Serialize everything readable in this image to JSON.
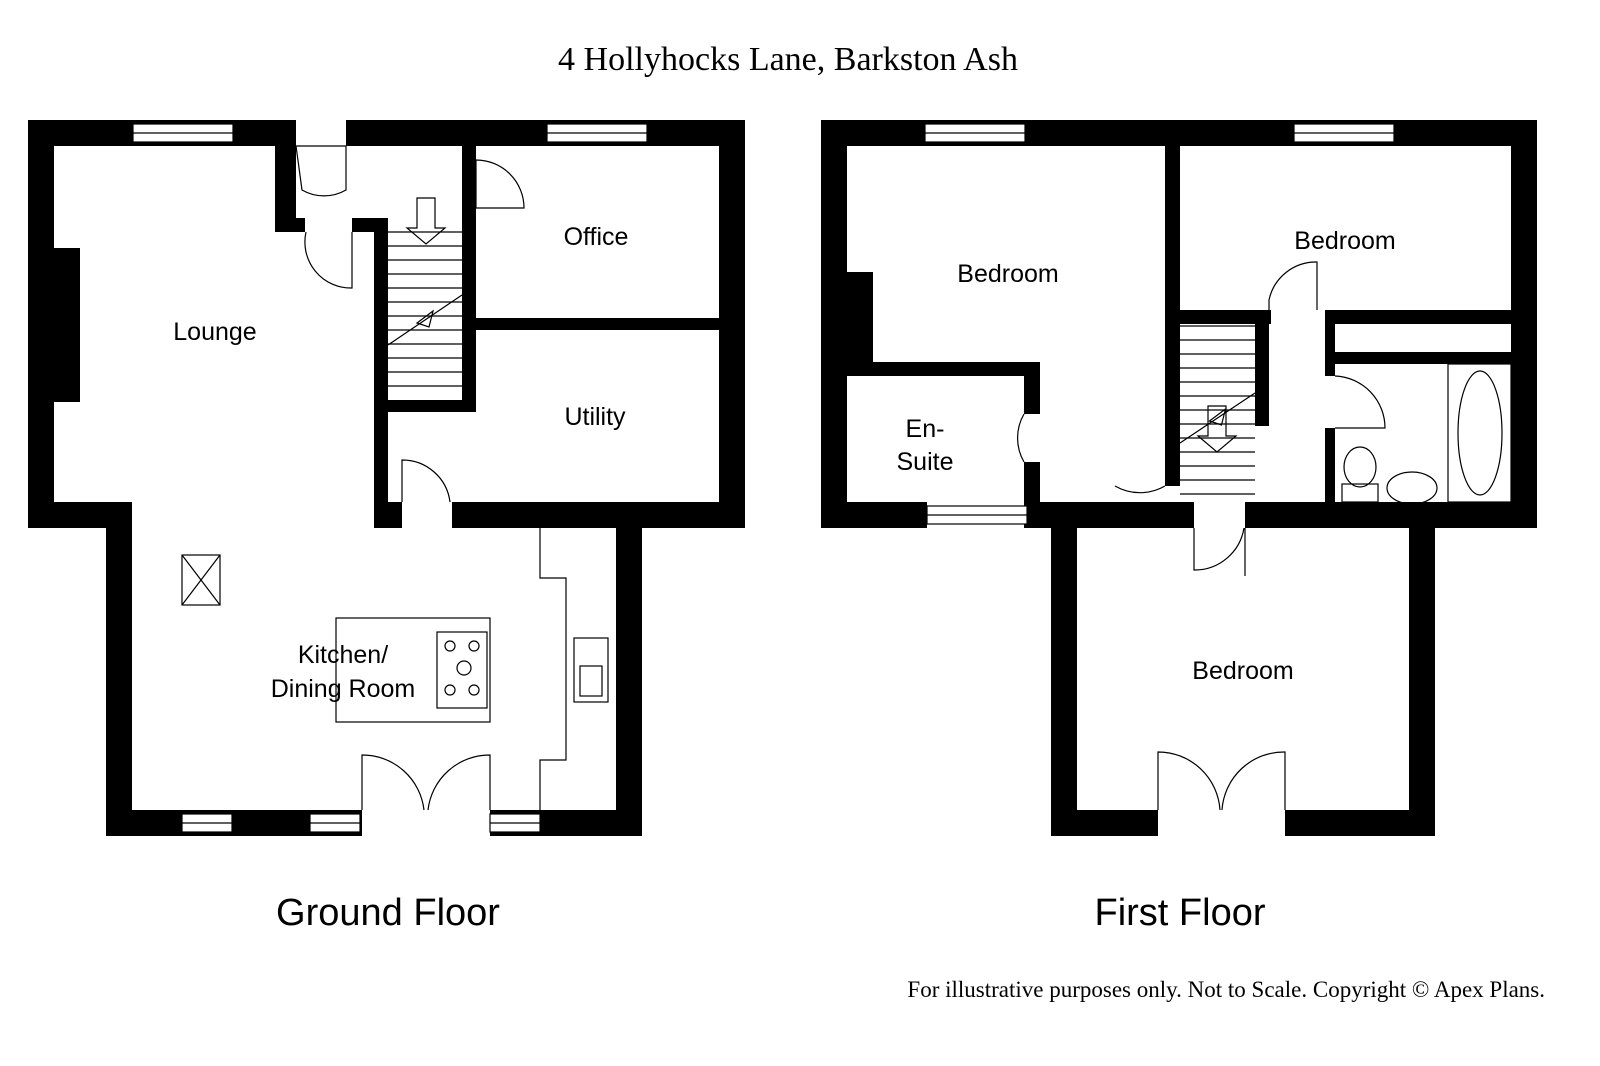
{
  "title": "4 Hollyhocks Lane, Barkston Ash",
  "ground_floor": {
    "label": "Ground Floor",
    "rooms": {
      "lounge": "Lounge",
      "office": "Office",
      "utility": "Utility",
      "kitchen_line1": "Kitchen/",
      "kitchen_line2": "Dining Room"
    }
  },
  "first_floor": {
    "label": "First Floor",
    "rooms": {
      "bedroom_left": "Bedroom",
      "bedroom_right": "Bedroom",
      "bedroom_lower": "Bedroom",
      "ensuite_line1": "En-",
      "ensuite_line2": "Suite"
    }
  },
  "footer": "For illustrative purposes only. Not to Scale. Copyright © Apex Plans."
}
